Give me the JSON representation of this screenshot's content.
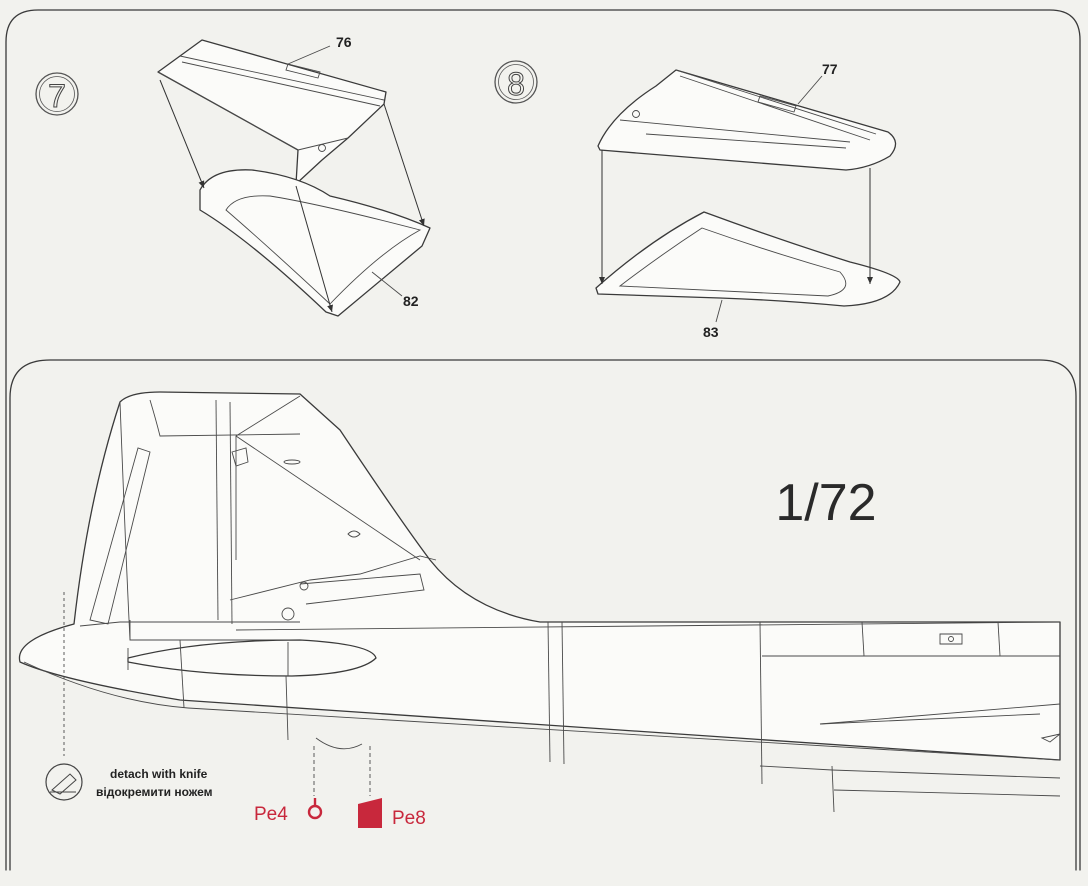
{
  "steps": [
    "7",
    "8"
  ],
  "part_numbers": {
    "step7_top": "76",
    "step7_bottom": "82",
    "step8_top": "77",
    "step8_bottom": "83"
  },
  "scale": "1/72",
  "note": {
    "line1": "detach with knife",
    "line2": "відокремити ножем"
  },
  "references": {
    "pe4": "Pe4",
    "pe8": "Pe8"
  },
  "colors": {
    "reference_red": "#c8283c",
    "line": "#3a3a3a",
    "paper": "#f2f2ee"
  },
  "icons": [
    "knife-icon",
    "pe4-ring-icon",
    "pe8-plate-icon"
  ]
}
